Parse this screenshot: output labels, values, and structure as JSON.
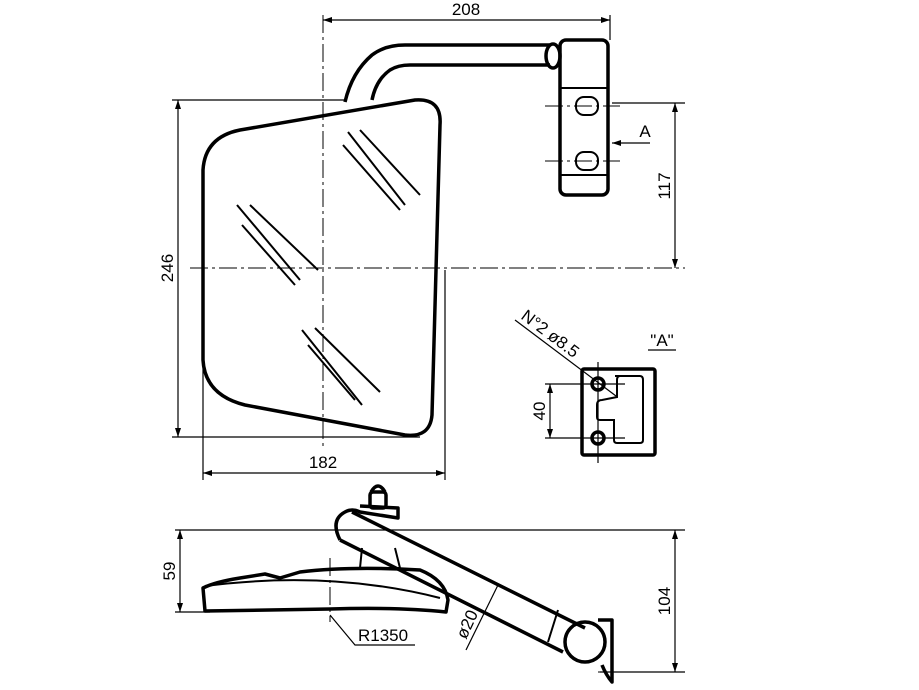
{
  "drawing": {
    "front_view": {
      "dim_arm_reach": "208",
      "dim_mount_offset": "117",
      "dim_mirror_height": "246",
      "dim_mirror_width": "182",
      "view_arrow_label": "A"
    },
    "view_a": {
      "title": "\"A\"",
      "holes_note": "N°2  ø8.5",
      "dim_hole_spacing": "40"
    },
    "side_view": {
      "dim_mirror_depth": "59",
      "dim_total_height": "104",
      "radius_note": "R1350",
      "tube_diameter": "ø20"
    },
    "colors": {
      "line": "#000000",
      "background": "#ffffff"
    }
  }
}
